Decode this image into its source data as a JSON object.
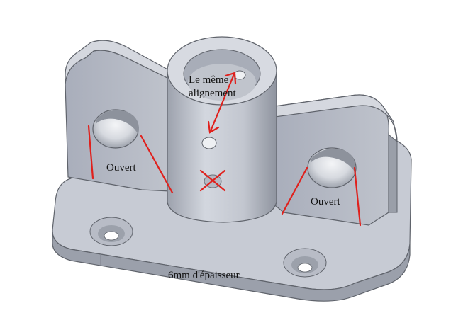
{
  "annotations": {
    "alignment_line1": "Le même",
    "alignment_line2": "alignement",
    "open_left": "Ouvert",
    "open_right": "Ouvert",
    "thickness": "6mm d'épaisseur"
  },
  "colors": {
    "annotation": "#e0201c",
    "part_light": "#c9cdd6",
    "part_mid": "#aeb3be",
    "part_dark": "#8e939e",
    "edge": "#5f636b"
  }
}
